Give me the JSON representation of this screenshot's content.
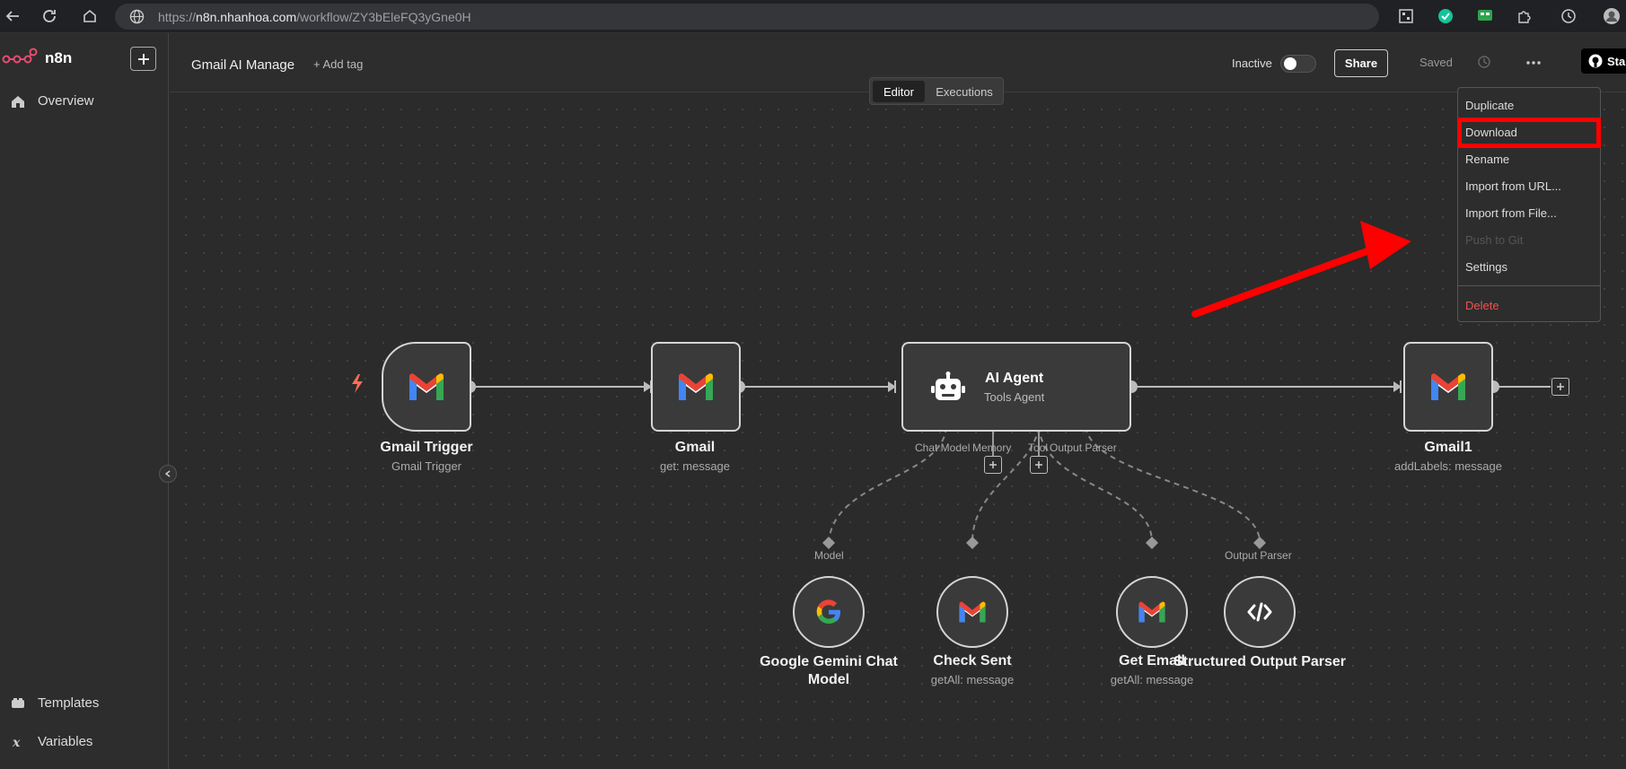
{
  "browser": {
    "url_prefix": "https://",
    "url_host": "n8n.nhanhoa.com",
    "url_path": "/workflow/ZY3bEleFQ3yGne0H"
  },
  "sidebar": {
    "logo_text": "n8n",
    "items": [
      {
        "label": "Overview",
        "icon": "home-icon"
      },
      {
        "label": "Templates",
        "icon": "templates-icon"
      },
      {
        "label": "Variables",
        "icon": "variables-icon"
      }
    ]
  },
  "header": {
    "workflow_name": "Gmail AI Manage",
    "add_tag": "+ Add tag",
    "active_label": "Inactive",
    "active": false,
    "share_label": "Share",
    "saved_label": "Saved",
    "star_label": "Star"
  },
  "tabs": [
    {
      "label": "Editor",
      "active": true
    },
    {
      "label": "Executions",
      "active": false
    }
  ],
  "nodes": {
    "gmail_trigger": {
      "title": "Gmail Trigger",
      "subtitle": "Gmail Trigger"
    },
    "gmail": {
      "title": "Gmail",
      "subtitle": "get: message"
    },
    "ai_agent": {
      "title": "AI Agent",
      "subtitle": "Tools Agent",
      "ports": [
        "Chat Model",
        "Memory",
        "Tool",
        "Output Parser"
      ]
    },
    "gmail1": {
      "title": "Gmail1",
      "subtitle": "addLabels: message"
    },
    "gemini": {
      "title": "Google Gemini Chat Model",
      "subtitle": "",
      "port": "Model"
    },
    "check_sent": {
      "title": "Check Sent",
      "subtitle": "getAll: message"
    },
    "get_email": {
      "title": "Get Email",
      "subtitle": "getAll: message"
    },
    "parser": {
      "title": "Structured Output Parser",
      "subtitle": "",
      "port": "Output Parser"
    }
  },
  "menu": {
    "items": [
      {
        "label": "Duplicate",
        "state": "normal"
      },
      {
        "label": "Download",
        "state": "highlighted"
      },
      {
        "label": "Rename",
        "state": "normal"
      },
      {
        "label": "Import from URL...",
        "state": "normal"
      },
      {
        "label": "Import from File...",
        "state": "normal"
      },
      {
        "label": "Push to Git",
        "state": "disabled"
      },
      {
        "label": "Settings",
        "state": "normal"
      },
      {
        "label": "Delete",
        "state": "danger"
      }
    ]
  },
  "colors": {
    "annotation_red": "#ff0000",
    "n8n_brand": "#ea4b71",
    "delete_red": "#f0524f",
    "canvas_bg": "#2b2b2b"
  }
}
